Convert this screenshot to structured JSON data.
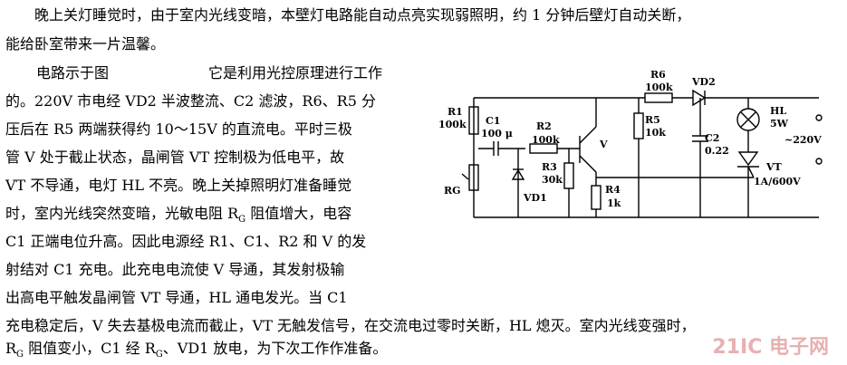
{
  "text": {
    "l0": "晚上关灯睡觉时，由于室内光线变暗，本壁灯电路能自动点亮实现弱照明，约 1 分钟后壁灯自动关断，",
    "l1": "能给卧室带来一片温馨。",
    "l2": "电路示于图",
    "l3": "它是利用光控原理进行工作",
    "l4": "的。220V 市电经 VD2 半波整流、C2 滤波，R6、R5 分",
    "l5": "压后在 R5 两端获得约 10～15V 的直流电。平时三极",
    "l6": "管 V 处于截止状态，晶闸管 VT 控制极为低电平，故",
    "l7": "VT 不导通，电灯 HL 不亮。晚上关掉照明灯准备睡觉",
    "l8": "时，室内光线突然变暗，光敏电阻 R",
    "l8s": "G",
    "l8b": " 阻值增大，电容",
    "l9": "C1 正端电位升高。因此电源经 R1、C1、R2 和 V 的发",
    "l10": "射结对 C1 充电。此充电电流使 V 导通，其发射极输",
    "l11": "出高电平触发晶闸管 VT 导通，HL 通电发光。当 C1",
    "l12": "充电稳定后，V 失去基极电流而截止，VT 无触发信号，在交流电过零时关断，HL 熄灭。室内光线变强时，",
    "l13a": "R",
    "l13s": "G",
    "l13b": " 阻值变小，C1 经 R",
    "l13s2": "G",
    "l13c": "、VD1 放电，为下次工作作准备。"
  },
  "circuit": {
    "R1": "R1",
    "R1v": "100k",
    "C1": "C1",
    "C1v": "100 μ",
    "R2": "R2",
    "R2v": "100k",
    "R3": "R3",
    "R3v": "30k",
    "V": "V",
    "R4": "R4",
    "R4v": "1k",
    "RG": "RG",
    "VD1": "VD1",
    "R6": "R6",
    "R6v": "100k",
    "VD2": "VD2",
    "R5": "R5",
    "R5v": "10k",
    "C2": "C2",
    "C2v": "0.22",
    "HL": "HL",
    "HLv": "5W",
    "AC": "~220V",
    "VT": "VT",
    "VTv": "1A/600V"
  },
  "watermark": "21IC 电子网"
}
